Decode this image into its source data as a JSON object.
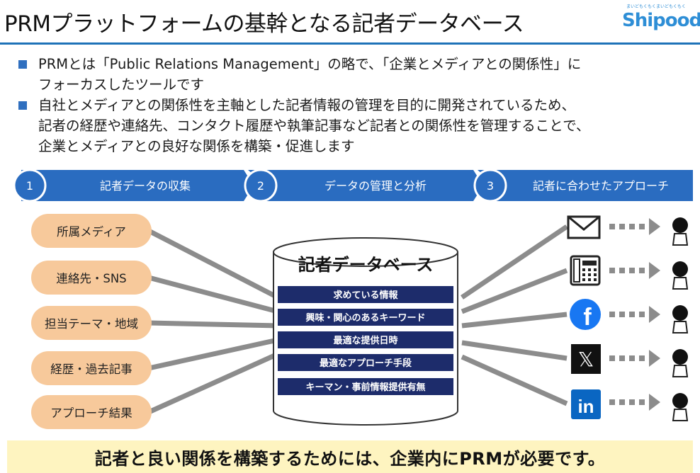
{
  "header": {
    "title": "PRMプラットフォームの基幹となる記者データベース",
    "logo_text": "Shipood",
    "logo_tagline": "まいどもくもくまいどもくもく"
  },
  "bullets": [
    [
      "PRMとは「Public Relations Management」の略で、「企業とメディアとの関係性」に",
      "フォーカスしたツールです"
    ],
    [
      "自社とメディアとの関係性を主軸とした記者情報の管理を目的に開発されているため、",
      "記者の経歴や連絡先、コンタクト履歴や執筆記事など記者との関係性を管理することで、",
      "企業とメディアとの良好な関係を構築・促進します"
    ]
  ],
  "steps": [
    {
      "num": "1",
      "label": "記者データの収集"
    },
    {
      "num": "2",
      "label": "データの管理と分析"
    },
    {
      "num": "3",
      "label": "記者に合わせたアプローチ"
    }
  ],
  "sources": [
    "所属メディア",
    "連絡先・SNS",
    "担当テーマ・地域",
    "経歴・過去記事",
    "アプローチ結果"
  ],
  "database": {
    "title": "記者データベース",
    "rows": [
      "求めている情報",
      "興味・関心のあるキーワード",
      "最適な提供日時",
      "最適なアプローチ手段",
      "キーマン・事前情報提供有無"
    ]
  },
  "channels": [
    {
      "icon": "mail-icon"
    },
    {
      "icon": "phone-icon"
    },
    {
      "icon": "facebook-icon",
      "glyph": "f"
    },
    {
      "icon": "x-icon",
      "glyph": "𝕏"
    },
    {
      "icon": "linkedin-icon",
      "glyph": "in"
    }
  ],
  "footer": {
    "message": "記者と良い関係を構築するためには、企業内にPRMが必要です。"
  },
  "colors": {
    "accent_blue": "#1e72b8",
    "step_blue": "#2a6cc0",
    "chip_orange": "#f7c99b",
    "db_navy": "#1d2c6b",
    "banner_yellow": "#fef4c0",
    "line_gray": "#8c8c8c"
  }
}
